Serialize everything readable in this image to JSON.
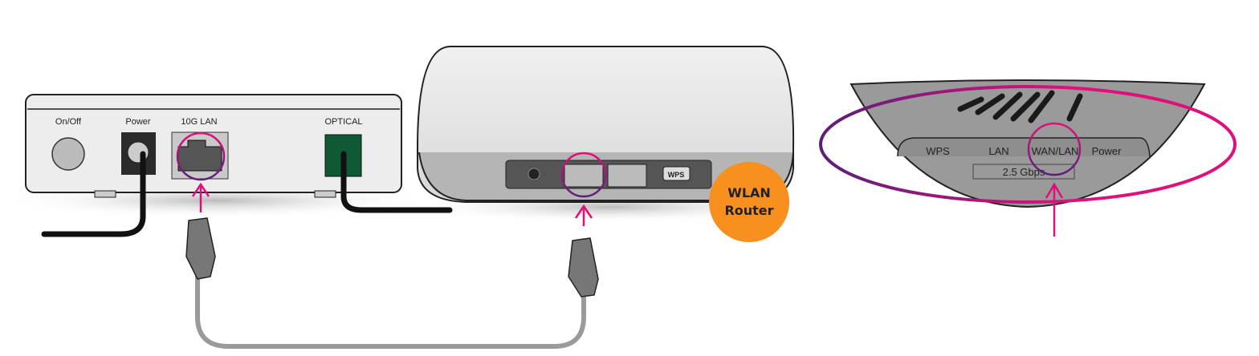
{
  "modem": {
    "labels": {
      "on_off": "On/Off",
      "power": "Power",
      "lan": "10G LAN",
      "optical": "OPTICAL"
    }
  },
  "router": {
    "wps_button": "WPS",
    "badge_line1": "WLAN",
    "badge_line2": "Router"
  },
  "detail": {
    "labels": {
      "wps": "WPS",
      "lan": "LAN",
      "wan_lan": "WAN/LAN",
      "power": "Power"
    },
    "speed": "2.5 Gbps"
  },
  "colors": {
    "highlight_pink": "#e0107a",
    "highlight_purple": "#5a1f7a",
    "badge_orange": "#f7901e",
    "optical_green": "#0f5a34",
    "cable_gray": "#9a9a9a"
  }
}
